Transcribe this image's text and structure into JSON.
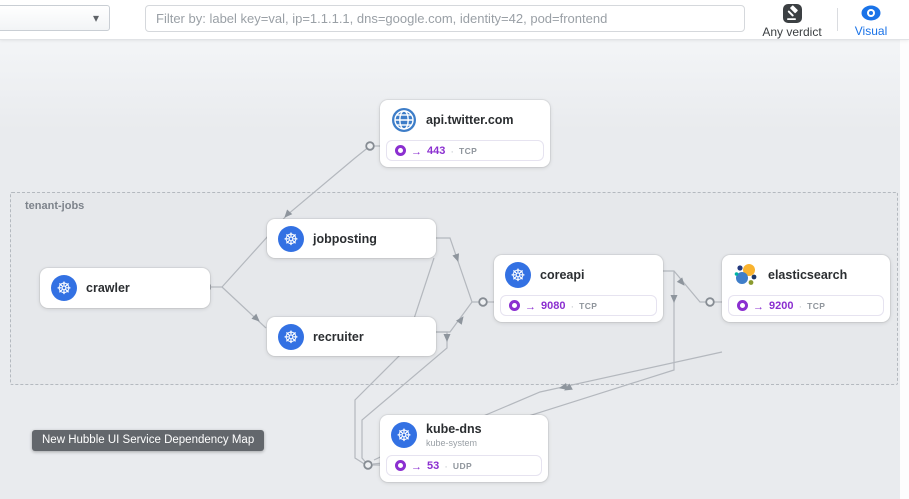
{
  "toolbar": {
    "namespace_dropdown_value": "",
    "filter_placeholder": "Filter by: label key=val, ip=1.1.1.1, dns=google.com, identity=42, pod=frontend",
    "verdict_label": "Any verdict",
    "visual_label": "Visual"
  },
  "map": {
    "namespace_label": "tenant-jobs",
    "tooltip": "New Hubble UI Service Dependency Map",
    "nodes": [
      {
        "id": "api-twitter",
        "title": "api.twitter.com",
        "icon": "globe-icon",
        "ports": [
          {
            "port": "443",
            "protocol": "TCP"
          }
        ]
      },
      {
        "id": "crawler",
        "title": "crawler",
        "icon": "kubernetes-icon",
        "ports": []
      },
      {
        "id": "jobposting",
        "title": "jobposting",
        "icon": "kubernetes-icon",
        "ports": []
      },
      {
        "id": "recruiter",
        "title": "recruiter",
        "icon": "kubernetes-icon",
        "ports": []
      },
      {
        "id": "coreapi",
        "title": "coreapi",
        "icon": "kubernetes-icon",
        "ports": [
          {
            "port": "9080",
            "protocol": "TCP"
          }
        ]
      },
      {
        "id": "elasticsearch",
        "title": "elasticsearch",
        "icon": "elasticsearch-icon",
        "ports": [
          {
            "port": "9200",
            "protocol": "TCP"
          }
        ]
      },
      {
        "id": "kube-dns",
        "title": "kube-dns",
        "subtitle": "kube-system",
        "icon": "kubernetes-icon",
        "ports": [
          {
            "port": "53",
            "protocol": "UDP"
          }
        ]
      }
    ],
    "edges": [
      {
        "from": "crawler",
        "to": "jobposting"
      },
      {
        "from": "crawler",
        "to": "recruiter"
      },
      {
        "from": "jobposting",
        "to": "api.twitter.com",
        "port": "443",
        "protocol": "TCP"
      },
      {
        "from": "jobposting",
        "to": "coreapi",
        "port": "9080",
        "protocol": "TCP"
      },
      {
        "from": "recruiter",
        "to": "coreapi",
        "port": "9080",
        "protocol": "TCP"
      },
      {
        "from": "coreapi",
        "to": "elasticsearch",
        "port": "9200",
        "protocol": "TCP"
      },
      {
        "from": "jobposting",
        "to": "kube-dns",
        "port": "53",
        "protocol": "UDP"
      },
      {
        "from": "recruiter",
        "to": "kube-dns",
        "port": "53",
        "protocol": "UDP"
      },
      {
        "from": "coreapi",
        "to": "kube-dns",
        "port": "53",
        "protocol": "UDP"
      },
      {
        "from": "elasticsearch",
        "to": "kube-dns",
        "port": "53",
        "protocol": "UDP"
      }
    ]
  },
  "colors": {
    "port_accent": "#8b2fd0",
    "kubernetes_blue": "#3371e3",
    "visual_blue": "#1a73e8",
    "edge_gray": "#b4b8be",
    "tooltip_bg": "#63676c"
  }
}
